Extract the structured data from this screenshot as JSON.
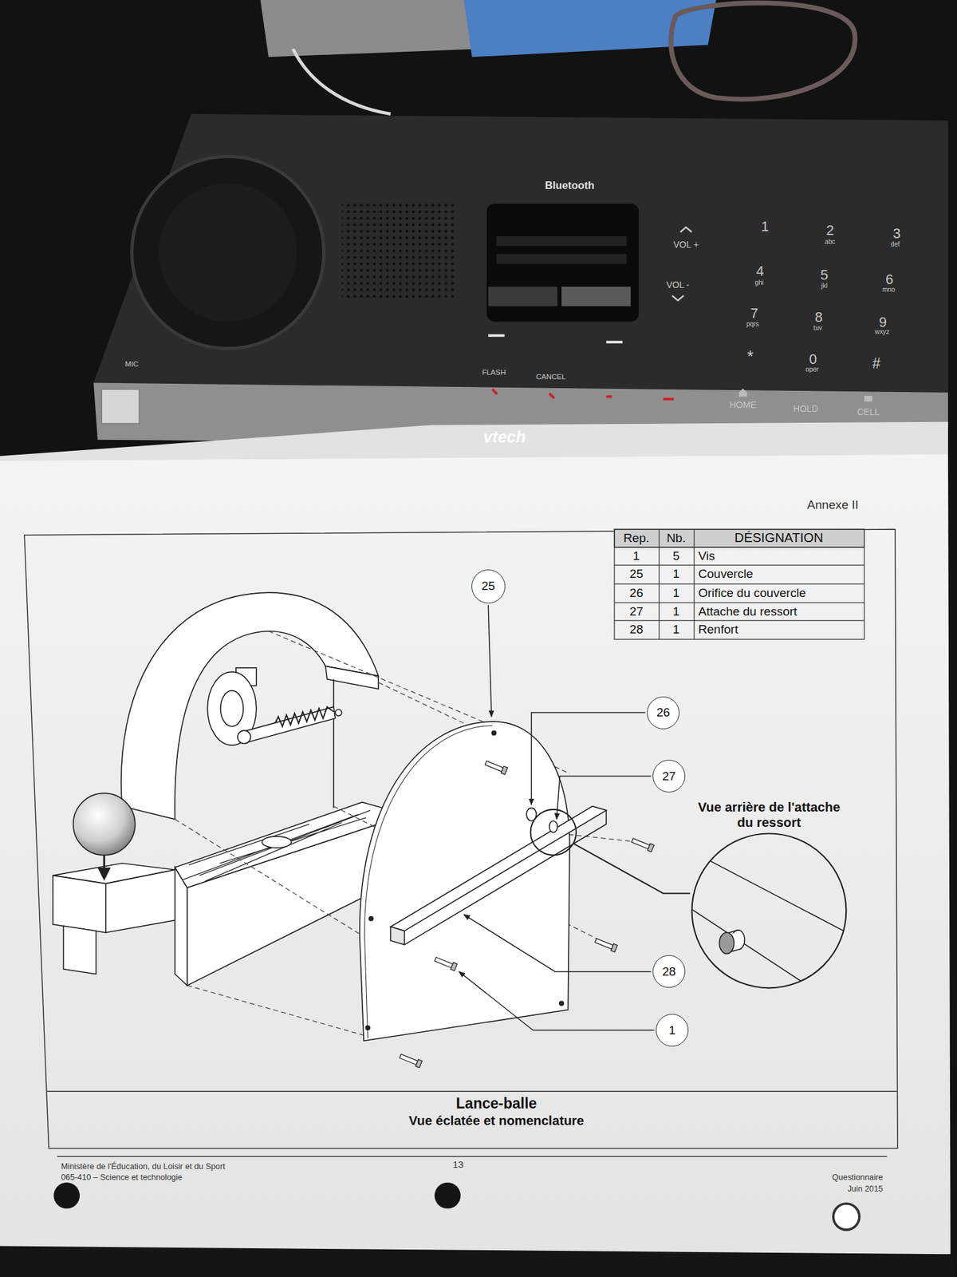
{
  "diagram": {
    "title": "Lance-balle",
    "caption": "Vue éclatée et nomenclature",
    "nodes": [
      {
        "text": [
          "25"
        ]
      },
      {
        "text": [
          "26"
        ]
      },
      {
        "text": [
          "27"
        ]
      },
      {
        "text": [
          "Vue arrière de l'attache du ressort"
        ]
      },
      {
        "text": [
          "28"
        ]
      },
      {
        "text": [
          "1"
        ]
      }
    ],
    "labels": [
      "Bluetooth",
      "VOL +",
      "VOL -",
      "1",
      "2",
      "abc",
      "3",
      "def",
      "4",
      "ghi",
      "5",
      "jkl",
      "6",
      "mno",
      "7",
      "pqrs",
      "8",
      "tuv",
      "9",
      "wxyz",
      "*",
      "0",
      "oper",
      "#",
      "MIC",
      "FLASH",
      "CANCEL",
      "HOME",
      "HOLD",
      "CELL",
      "vtech",
      "Annexe II",
      "Rep.",
      "Nb.",
      "DÉSIGNATION",
      "1",
      "5",
      "Vis",
      "25",
      "1",
      "Couvercle",
      "26",
      "1",
      "Orifice du couvercle",
      "27",
      "1",
      "Attache du ressort",
      "28",
      "1",
      "Renfort",
      "Ministère de l'Éducation, du Loisir et du Sport",
      "065-410 – Science et technologie",
      "13",
      "Questionnaire",
      "Juin 2015"
    ]
  }
}
